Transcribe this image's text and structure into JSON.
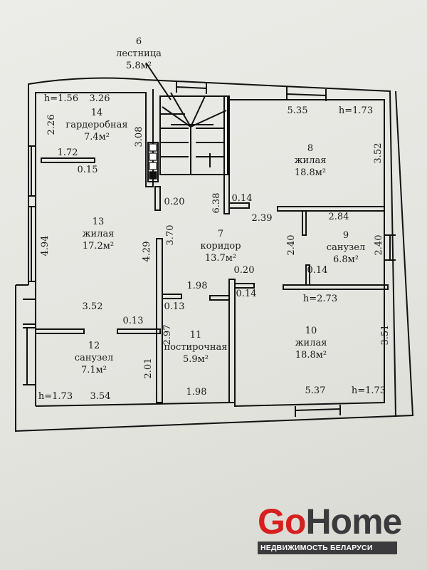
{
  "rooms": [
    {
      "number": "6",
      "name": "лестница",
      "area": "5.8м²"
    },
    {
      "number": "7",
      "name": "коридор",
      "area": "13.7м²"
    },
    {
      "number": "8",
      "name": "жилая",
      "area": "18.8м²"
    },
    {
      "number": "9",
      "name": "санузел",
      "area": "6.8м²"
    },
    {
      "number": "10",
      "name": "жилая",
      "area": "18.8м²"
    },
    {
      "number": "11",
      "name": "постирочная",
      "area": "5.9м²"
    },
    {
      "number": "12",
      "name": "санузел",
      "area": "7.1м²"
    },
    {
      "number": "13",
      "name": "жилая",
      "area": "17.2м²"
    },
    {
      "number": "14",
      "name": "гардеробная",
      "area": "7.4м²"
    }
  ],
  "dimensions": {
    "h_14": "h=1.56",
    "d_326": "3.26",
    "d_226": "2.26",
    "d_308": "3.08",
    "d_172": "1.72",
    "d_015": "0.15",
    "d_020a": "0.20",
    "d_638": "6.38",
    "d_014a": "0.14",
    "d_239": "2.39",
    "d_535": "5.35",
    "h_8": "h=1.73",
    "d_352a": "3.52",
    "d_284": "2.84",
    "d_240a": "2.40",
    "d_240b": "2.40",
    "d_494": "4.94",
    "d_370": "3.70",
    "d_429": "4.29",
    "d_020b": "0.20",
    "d_014b": "0.14",
    "d_014c": "0.14",
    "d_198a": "1.98",
    "d_013a": "0.13",
    "h_9": "h=2.73",
    "d_352b": "3.52",
    "d_013b": "0.13",
    "d_297": "2.97",
    "d_201": "2.01",
    "d_351": "3.51",
    "h_12": "h=1.73",
    "d_354": "3.54",
    "d_198b": "1.98",
    "d_537": "5.37",
    "h_10": "h=1.73"
  },
  "logo": {
    "go": "Go",
    "home": "Home",
    "subtitle": "НЕДВИЖИМОСТЬ БЕЛАРУСИ"
  },
  "colors": {
    "brand_red": "#d6201f",
    "brand_dark": "#3b3b3d",
    "paper": "#e6e6e1"
  }
}
